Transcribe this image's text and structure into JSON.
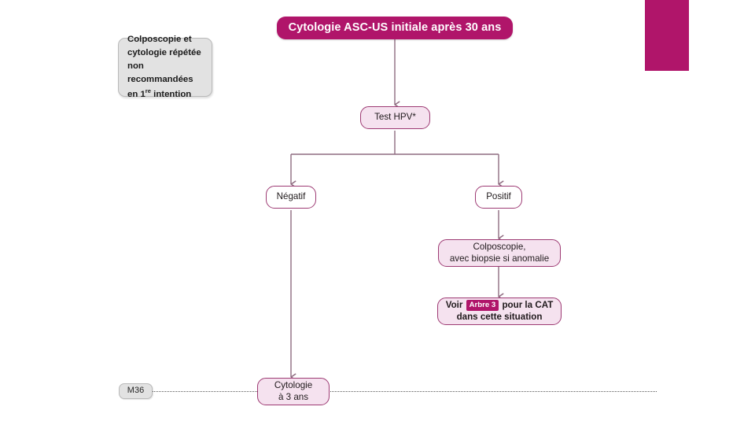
{
  "meta": {
    "title": "Arbre decisionnel - Cytologie ASC-US initiale apres 30 ans",
    "accent_magenta": "#B0156A",
    "node_border": "#9D3A73",
    "node_fill_pink": "#F5E2EF",
    "note_fill_grey": "#E2E2E2",
    "connector_color": "#8E6B80"
  },
  "banner": {
    "label": "Cytologie ASC-US initiale après 30 ans"
  },
  "note": {
    "line1": "Colposcopie et",
    "line2": "cytologie répétée",
    "line3": "non recommandées",
    "line4_pre": "en 1",
    "line4_sup": "re",
    "line4_post": " intention"
  },
  "nodes": {
    "test_hpv": {
      "label": "Test HPV*"
    },
    "negatif": {
      "label": "Négatif"
    },
    "positif": {
      "label": "Positif"
    },
    "colposcopie": {
      "line1": "Colposcopie,",
      "line2": "avec biopsie si anomalie"
    },
    "voir_arbre": {
      "pre": "Voir",
      "chip": "Arbre 3",
      "post": "pour la CAT",
      "line2": "dans cette situation"
    },
    "cytologie_3ans": {
      "line1": "Cytologie",
      "line2": "à 3 ans"
    }
  },
  "timeline": {
    "tag": "M36"
  }
}
